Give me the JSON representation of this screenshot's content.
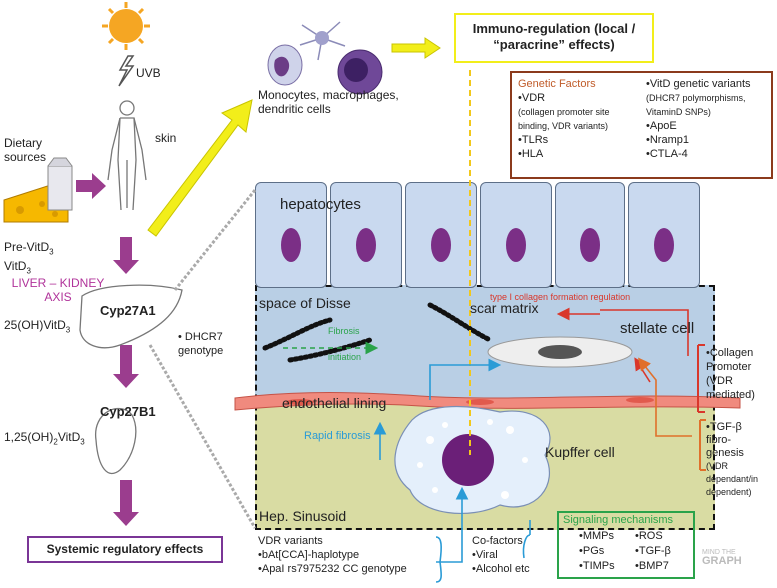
{
  "left_panel": {
    "uvb": "UVB",
    "skin": "skin",
    "dietary_line1": "Dietary",
    "dietary_line2": "sources",
    "pre_vitd": "Pre-VitD",
    "pre_vitd_sub": "3",
    "vitd": "VitD",
    "vitd_sub": "3",
    "axis_line1": "LIVER – KIDNEY",
    "axis_line2": "AXIS",
    "cyp27a1": "Cyp27A1",
    "oh_vitd": "25(OH)VitD",
    "oh_vitd_sub": "3",
    "cyp27b1": "Cyp27B1",
    "dioh_prefix": "1,25(OH)",
    "dioh_sub1": "2",
    "dioh_mid": "VitD",
    "dioh_sub2": "3",
    "systemic": "Systemic regulatory effects"
  },
  "immune": {
    "cells_line1": "Monocytes, macrophages,",
    "cells_line2": "dendritic cells",
    "regulation_line1": "Immuno-regulation (local /",
    "regulation_line2": "“paracrine” effects)"
  },
  "genetic": {
    "title": "Genetic Factors",
    "left_items": [
      {
        "text": "•VDR",
        "small": false
      },
      {
        "text": "(collagen promoter site",
        "small": true
      },
      {
        "text": "binding, VDR variants)",
        "small": true
      },
      {
        "text": "•TLRs",
        "small": false
      },
      {
        "text": "•HLA",
        "small": false
      }
    ],
    "right_items": [
      {
        "text": "•VitD genetic variants",
        "small": false
      },
      {
        "text": "(DHCR7 polymorphisms,",
        "small": true
      },
      {
        "text": "VitaminD SNPs)",
        "small": true
      },
      {
        "text": "•ApoE",
        "small": false
      },
      {
        "text": "•Nramp1",
        "small": false
      },
      {
        "text": "•CTLA-4",
        "small": false
      }
    ]
  },
  "liver": {
    "hepatocytes": "hepatocytes",
    "space_of_disse": "space of Disse",
    "scar_matrix": "scar matrix",
    "collagen_regulation": "type I collagen formation regulation",
    "stellate": "stellate cell",
    "endothelial": "endothelial lining",
    "kupffer": "Kupffer cell",
    "sinusoid": "Hep. Sinusoid",
    "rapid_fibrosis": "Rapid fibrosis",
    "fibrosis": "Fibrosis",
    "initiation": "initiation"
  },
  "dhcr7": {
    "line1": "• DHCR7",
    "line2": "genotype"
  },
  "right_notes": {
    "collagen": [
      "•Collagen",
      "Promoter",
      "(VDR",
      "mediated)"
    ],
    "tgf": [
      {
        "text": "•TGF-β",
        "small": false
      },
      {
        "text": "fibro-",
        "small": false
      },
      {
        "text": "genesis",
        "small": false
      },
      {
        "text": "(VDR",
        "small": true
      },
      {
        "text": "dependant/in",
        "small": true
      },
      {
        "text": "dependent)",
        "small": true
      }
    ]
  },
  "vdr_variants": {
    "line1": "VDR variants",
    "line2": "•bAt[CCA]-haplotype",
    "line3": "•ApaI rs7975232 CC genotype"
  },
  "cofactors": {
    "line1": "Co-factors",
    "line2": "•Viral",
    "line3": "•Alcohol etc"
  },
  "signaling": {
    "title": "Signaling mechanisms",
    "items": [
      "•MMPs",
      "•ROS",
      "•PGs",
      "•TGF-β",
      "•TIMPs",
      "•BMP7"
    ]
  },
  "watermark": {
    "line1": "MIND THE",
    "line2": "GRAPH"
  },
  "colors": {
    "purple": "#9b3d8e",
    "yellow": "#f2ee1a",
    "dark_brown": "#8b3a1c",
    "green_box": "#2aa34a",
    "red_arrow": "#d9372b",
    "blue_arrow": "#2a9bd6",
    "disse_blue": "#b6cde4",
    "sinusoid_green": "#d8dca1",
    "axis_magenta": "#b0339a"
  }
}
